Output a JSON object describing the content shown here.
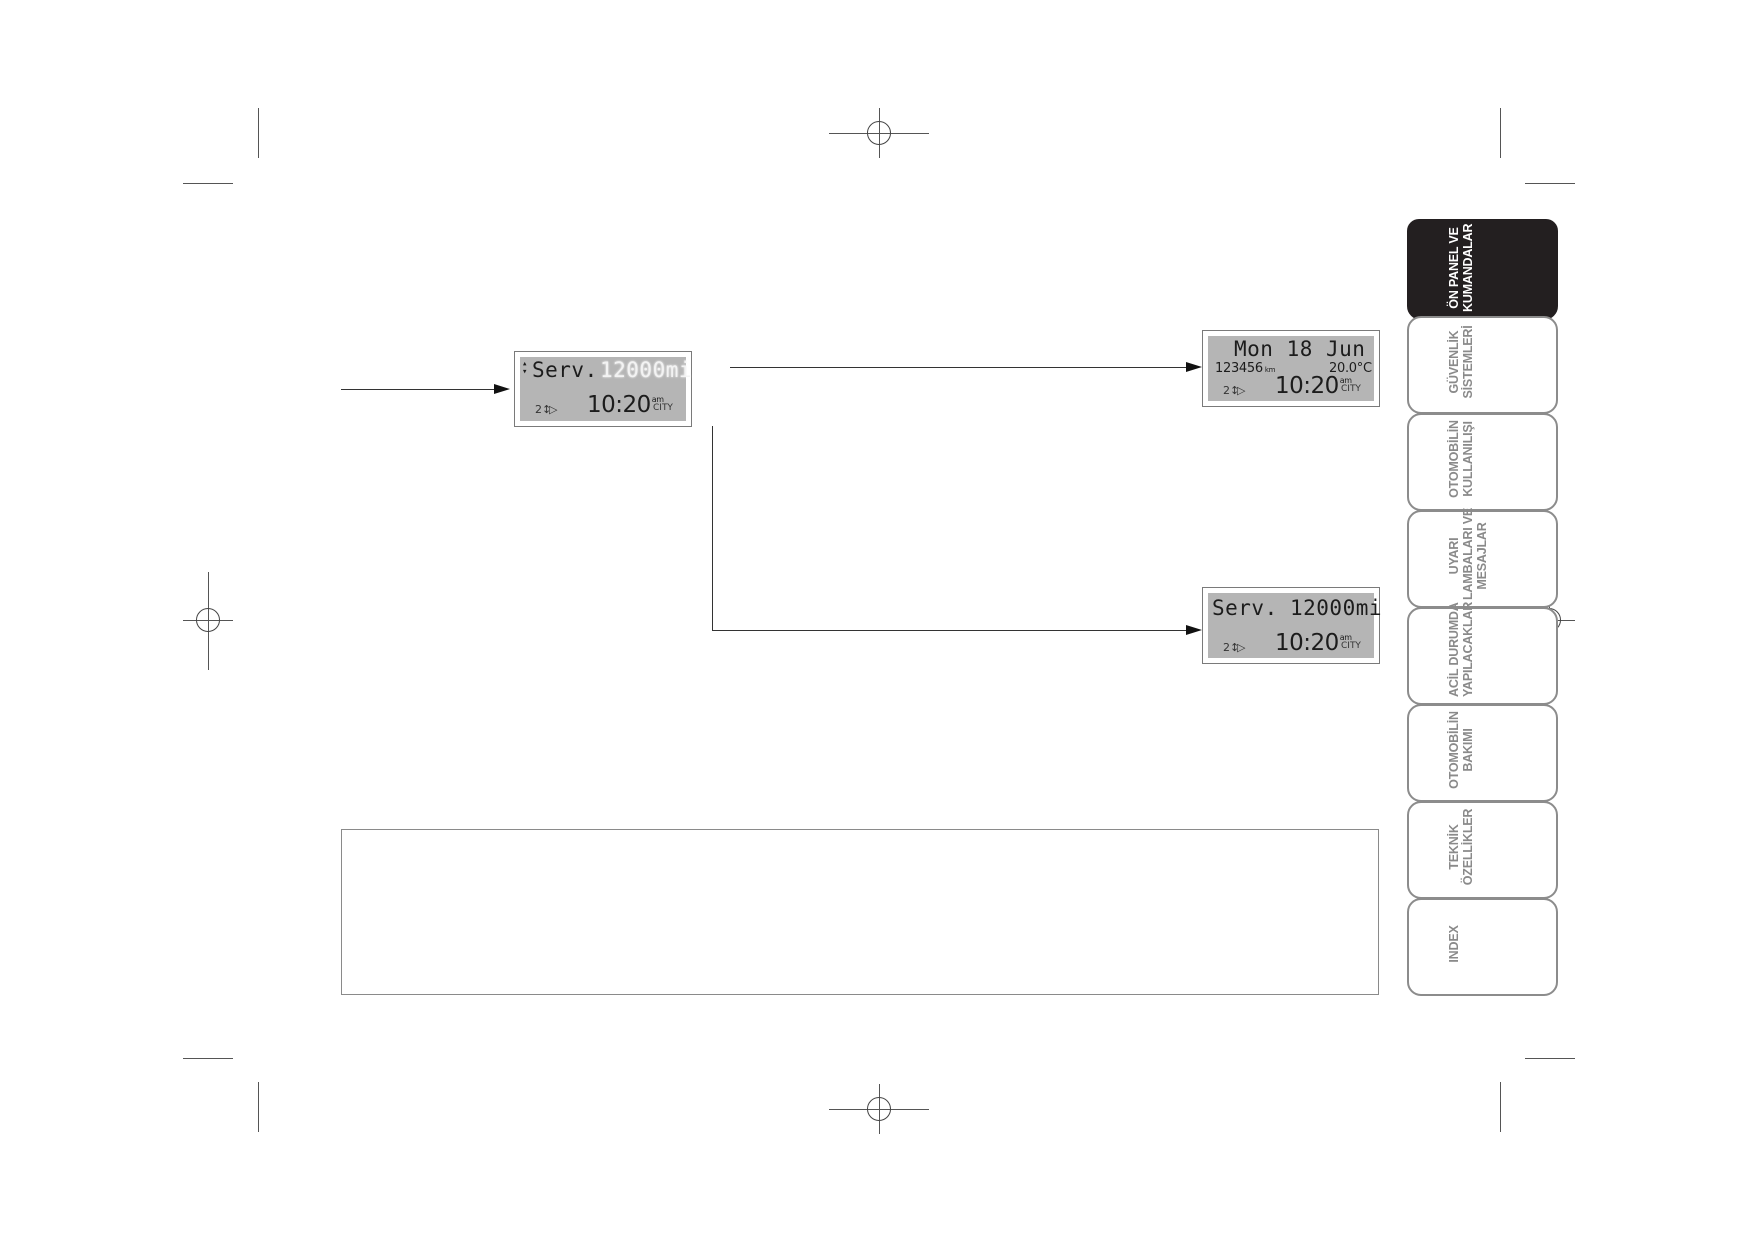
{
  "displays": {
    "service_flashing": {
      "arrow_glyph": "▴\n▾",
      "label": "Serv.",
      "value": "12000mi",
      "gear_icon": "2↕",
      "bulb_icon": "▷",
      "time": "10:20",
      "ampm": "am",
      "mode": "CITY"
    },
    "date_screen": {
      "date": "Mon 18 Jun",
      "odometer": "123456",
      "odometer_unit": "km",
      "temperature": "20.0°C",
      "gear_icon": "2↕",
      "bulb_icon": "▷",
      "time": "10:20",
      "ampm": "am",
      "mode": "CITY"
    },
    "service_steady": {
      "label": "Serv.",
      "value": "12000mi",
      "gear_icon": "2↕",
      "bulb_icon": "▷",
      "time": "10:20",
      "ampm": "am",
      "mode": "CITY"
    }
  },
  "tabs": [
    {
      "label": "ÖN PANEL VE\nKUMANDALAR",
      "active": true
    },
    {
      "label": "GÜVENLİK\nSİSTEMLERİ",
      "active": false
    },
    {
      "label": "OTOMOBİLİN\nKULLANILIŞI",
      "active": false
    },
    {
      "label": "UYARI\nLAMBALARI VE\nMESAJLAR",
      "active": false
    },
    {
      "label": "ACİL DURUMDA\nYAPILACAKLAR",
      "active": false
    },
    {
      "label": "OTOMOBİLİN\nBAKIMI",
      "active": false
    },
    {
      "label": "TEKNİK\nÖZELLİKLER",
      "active": false
    },
    {
      "label": "INDEX",
      "active": false
    }
  ],
  "colors": {
    "lcd_background": "#b5b5b5",
    "active_tab": "#231f20",
    "inactive_tab_text": "#8a8a8a"
  }
}
